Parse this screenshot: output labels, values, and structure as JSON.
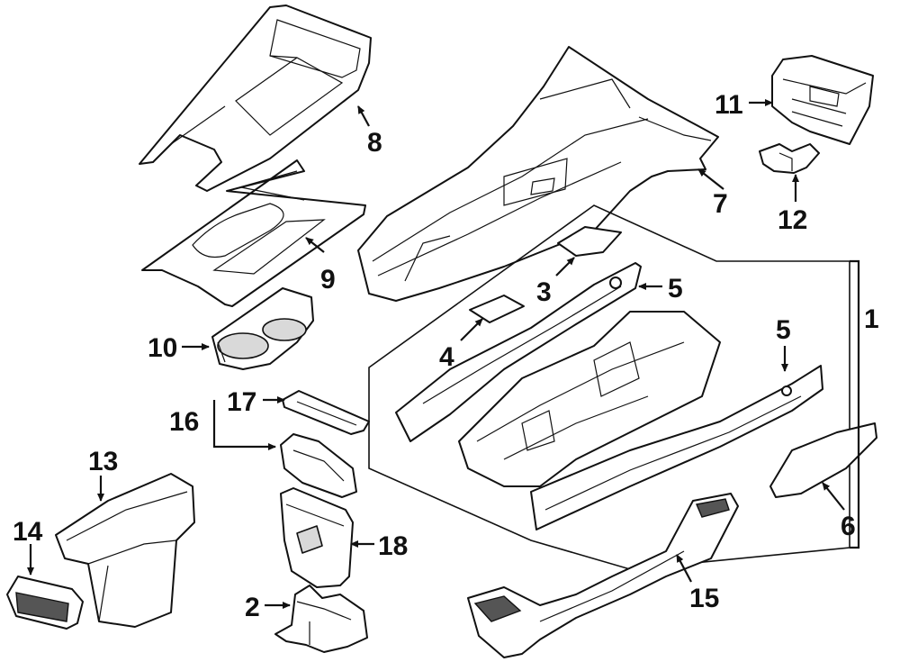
{
  "diagram": {
    "colors": {
      "ink": "#111111",
      "paper": "#ffffff",
      "shade": "#d9d9d9"
    },
    "callouts": {
      "c1": "1",
      "c2": "2",
      "c3": "3",
      "c4": "4",
      "c5a": "5",
      "c5b": "5",
      "c6": "6",
      "c7": "7",
      "c8": "8",
      "c9": "9",
      "c10": "10",
      "c11": "11",
      "c12": "12",
      "c13": "13",
      "c14": "14",
      "c15": "15",
      "c16": "16",
      "c17": "17",
      "c18": "18"
    }
  }
}
